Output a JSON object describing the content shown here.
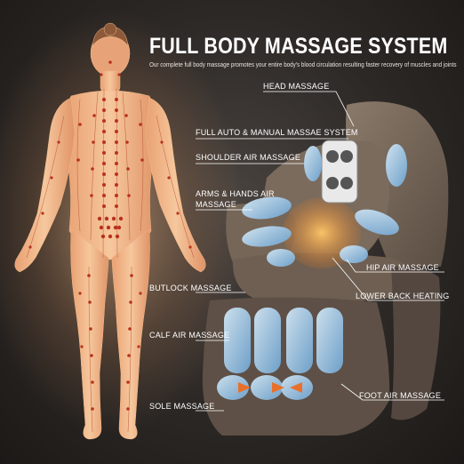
{
  "header": {
    "title": "FULL BODY MASSAGE SYSTEM",
    "subtitle": "Our complete full body massage promotes your entire body's blood circulation resulting faster recovery of muscles and joints"
  },
  "labels": {
    "head_massage": "HEAD MASSAGE",
    "auto_manual": "FULL AUTO & MANUAL MASSAE SYSTEM",
    "shoulder_air": "SHOULDER AIR MASSAGE",
    "arms_hands_line1": "ARMS & HANDS AIR",
    "arms_hands_line2": "MASSAGE",
    "hip_air": "HIP AIR MASSAGE",
    "lower_back_heating": "LOWER BACK HEATING",
    "butlock": "BUTLOCK MASSAGE",
    "calf_air": "CALF AIR MASSAGE",
    "foot_air": "FOOT AIR MASSAGE",
    "sole": "SOLE MASSAGE"
  },
  "colors": {
    "background": "#2c2826",
    "body_glow": "#f3b57a",
    "acupoint": "#b8321e",
    "chair_leather": "#6b5d50",
    "airbag": "#9cc8ea",
    "heating": "#f59a2a",
    "leader_line": "#ffffff"
  }
}
